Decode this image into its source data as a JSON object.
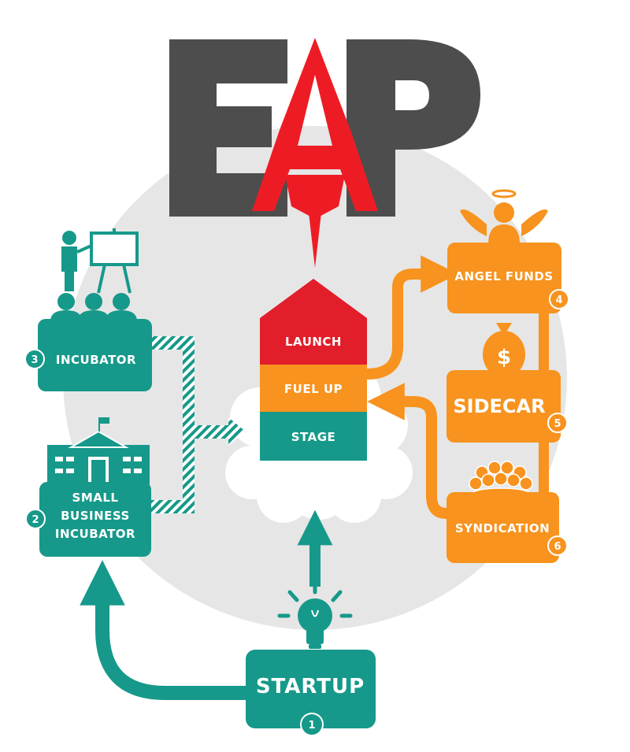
{
  "logo": {
    "letters": [
      "E",
      "A",
      "P"
    ],
    "letter_color": "#4d4d4d",
    "rocket_color": "#ed1c24"
  },
  "colors": {
    "teal": "#16998a",
    "orange": "#f7931e",
    "red": "#e21e2a",
    "circle": "#e6e6e6",
    "cloud": "#ffffff"
  },
  "center_stack": {
    "launch": "LAUNCH",
    "fuel_up": "FUEL UP",
    "stage": "STAGE"
  },
  "nodes": {
    "startup": {
      "label": "STARTUP",
      "number": "1"
    },
    "small_business_incubator": {
      "lines": [
        "SMALL",
        "BUSINESS",
        "INCUBATOR"
      ],
      "number": "2"
    },
    "incubator": {
      "label": "INCUBATOR",
      "number": "3"
    },
    "angel_funds": {
      "label": "ANGEL FUNDS",
      "number": "4"
    },
    "sidecar": {
      "label": "SIDECAR",
      "number": "5"
    },
    "syndication": {
      "label": "SYNDICATION",
      "number": "6"
    }
  },
  "icons": {
    "startup": "lightbulb-icon",
    "small_business_incubator": "school-building-icon",
    "incubator": "presenter-audience-icon",
    "angel_funds": "angel-icon",
    "sidecar": "money-bag-icon",
    "syndication": "crowd-icon"
  }
}
